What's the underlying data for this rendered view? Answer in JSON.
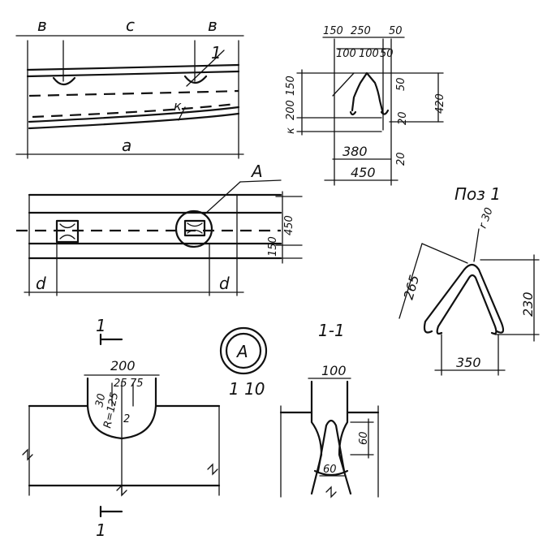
{
  "top_view": {
    "b_left": "в",
    "c": "с",
    "b_right": "в",
    "callout_1": "1",
    "k": "к",
    "a": "а"
  },
  "plan_view": {
    "callout_A": "A",
    "dim_450": "450",
    "dim_150": "150",
    "d_left": "d",
    "d_right": "d"
  },
  "end_view": {
    "dims": [
      "150",
      "250",
      "50",
      "100",
      "100",
      "50",
      "50",
      "150",
      "200",
      "к",
      "20",
      "420",
      "380",
      "20",
      "450"
    ]
  },
  "position_1": {
    "title": "Поз 1",
    "r": "r 30",
    "dims": [
      "265",
      "230",
      "350"
    ]
  },
  "detail_A": {
    "letter": "A",
    "scale": "1 10"
  },
  "section_1": {
    "label_top": "1",
    "label_bottom": "1",
    "dims": [
      "200",
      "25",
      "75",
      "30",
      "R=125",
      "2"
    ]
  },
  "section_1_1": {
    "title": "1-1",
    "dims": [
      "100",
      "60",
      "60"
    ]
  }
}
